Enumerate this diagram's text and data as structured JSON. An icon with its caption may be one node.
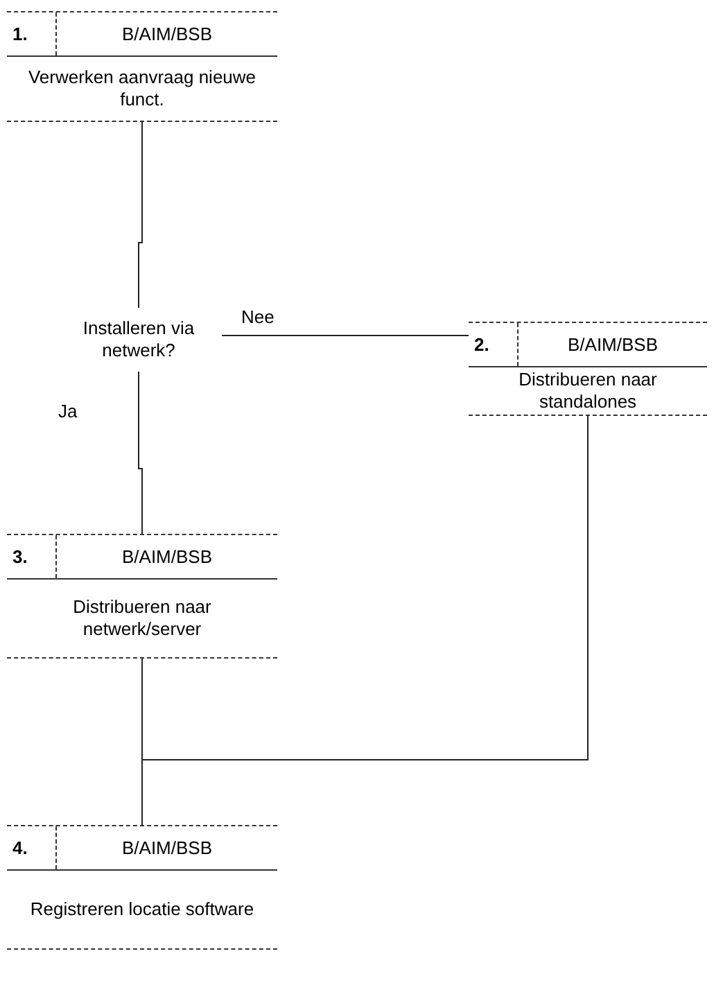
{
  "diagram": {
    "nodes": [
      {
        "text": [
          "1.",
          "B/AIM/BSB",
          "Verwerken aanvraag nieuwe funct."
        ]
      },
      {
        "text": [
          "Installeren via netwerk?"
        ]
      },
      {
        "text": [
          "2.",
          "B/AIM/BSB",
          "Distribueren naar standalones"
        ]
      },
      {
        "text": [
          "3.",
          "B/AIM/BSB",
          "Distribueren naar netwerk/server"
        ]
      },
      {
        "text": [
          "4.",
          "B/AIM/BSB",
          "Registreren locatie software"
        ]
      }
    ],
    "edges": [
      {
        "from": 0,
        "to": 1,
        "arrow": "none"
      },
      {
        "from": 1,
        "to": 2,
        "arrow": "none",
        "label": "Nee"
      },
      {
        "from": 1,
        "to": 3,
        "arrow": "none",
        "label": "Ja"
      },
      {
        "from": 2,
        "to": 4,
        "arrow": "none"
      },
      {
        "from": 3,
        "to": 4,
        "arrow": "none"
      }
    ]
  }
}
